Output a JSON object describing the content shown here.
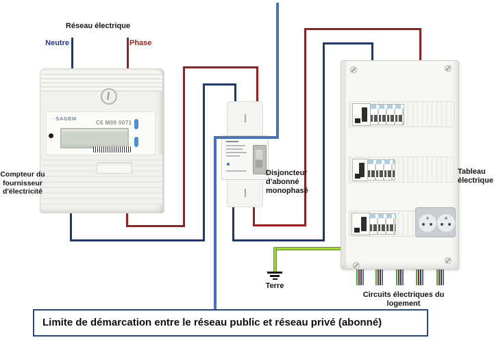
{
  "colors": {
    "neutral_wire": "#25356d",
    "phase_wire": "#9d1c1c",
    "demarcation_line": "#4472c4",
    "earth_green": "#35b735",
    "earth_yellow": "#e6d419",
    "box_border": "#2a4585",
    "neutre_label": "#26368f",
    "phase_label": "#a32015"
  },
  "network": {
    "title": "Réseau électrique",
    "neutral": "Neutre",
    "phase": "Phase"
  },
  "meter": {
    "caption_lines": [
      "Compteur du",
      "fournisseur",
      "d'électricité"
    ],
    "brand": "SAGEM",
    "marking": "C€ M09 0071"
  },
  "breaker": {
    "caption_lines": [
      "Disjoncteur",
      "d'abonné",
      "monophasé"
    ]
  },
  "panel": {
    "caption_lines": [
      "Tableau",
      "électrique"
    ],
    "circuits_caption": "Circuits électriques du logement"
  },
  "earth": {
    "caption": "Terre"
  },
  "demarcation": {
    "caption": "Limite de démarcation entre le réseau public et réseau privé (abonné)"
  }
}
